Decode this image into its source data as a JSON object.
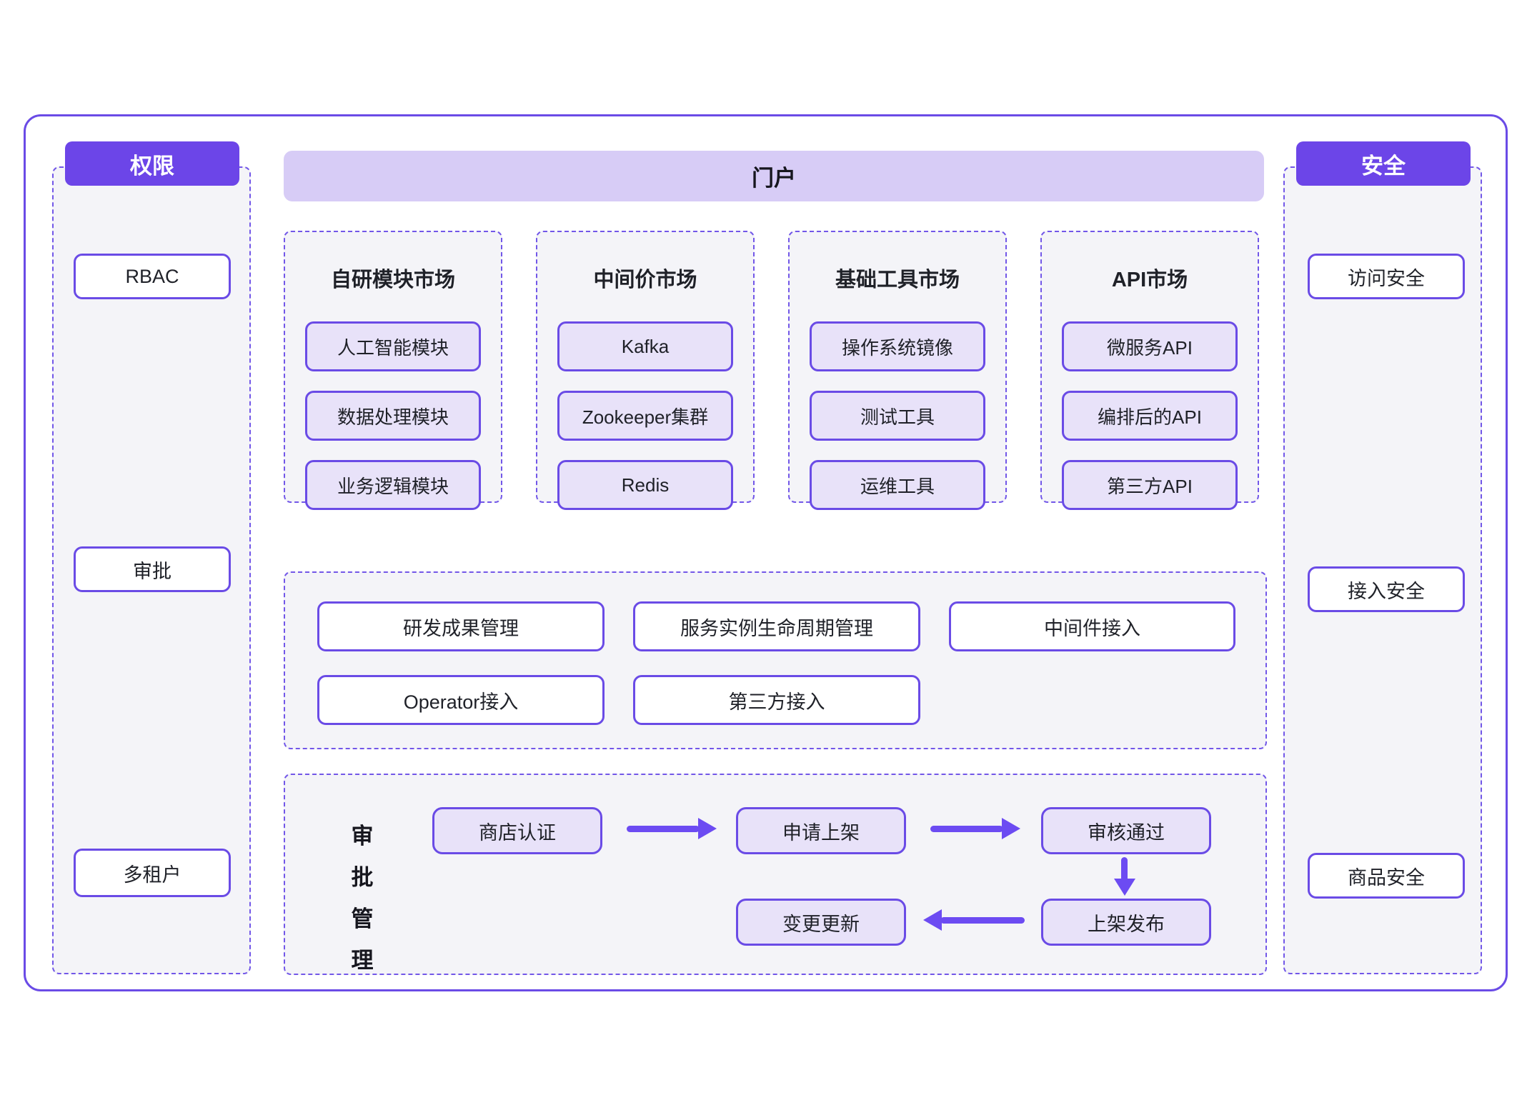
{
  "left_rail": {
    "header": "权限",
    "items": [
      "RBAC",
      "审批",
      "多租户"
    ]
  },
  "portal": {
    "header": "门户"
  },
  "markets": [
    {
      "title": "自研模块市场",
      "items": [
        "人工智能模块",
        "数据处理模块",
        "业务逻辑模块"
      ]
    },
    {
      "title": "中间价市场",
      "items": [
        "Kafka",
        "Zookeeper集群",
        "Redis"
      ]
    },
    {
      "title": "基础工具市场",
      "items": [
        "操作系统镜像",
        "测试工具",
        "运维工具"
      ]
    },
    {
      "title": "API市场",
      "items": [
        "微服务API",
        "编排后的API",
        "第三方API"
      ]
    }
  ],
  "management": {
    "row1": [
      "研发成果管理",
      "服务实例生命周期管理",
      "中间件接入"
    ],
    "row2": [
      "Operator接入",
      "第三方接入"
    ]
  },
  "approval": {
    "label_chars": [
      "审",
      "批",
      "管",
      "理"
    ],
    "steps": [
      "商店认证",
      "申请上架",
      "审核通过",
      "上架发布",
      "变更更新"
    ]
  },
  "right_rail": {
    "header": "安全",
    "items": [
      "访问安全",
      "接入安全",
      "商品安全"
    ]
  },
  "colors": {
    "accent": "#6C45E8",
    "light_fill": "#E8E2F9",
    "band_fill": "#D7CCF6",
    "panel_fill": "#F4F4F8"
  }
}
